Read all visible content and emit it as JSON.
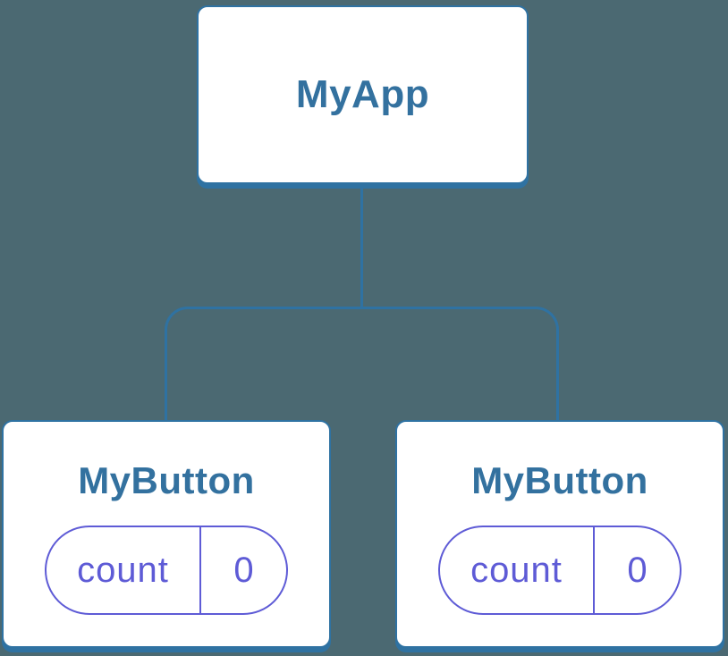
{
  "diagram": {
    "title": "component-tree",
    "root": {
      "label": "MyApp"
    },
    "children": [
      {
        "label": "MyButton",
        "state": {
          "key": "count",
          "value": "0"
        }
      },
      {
        "label": "MyButton",
        "state": {
          "key": "count",
          "value": "0"
        }
      }
    ]
  },
  "colors": {
    "background": "#4B6972",
    "connector_blue": "#2F72A2",
    "node_border": "#2F72A2",
    "node_fill": "#FFFFFF",
    "title_text": "#33719F",
    "pill_violet": "#5E5BD6"
  }
}
